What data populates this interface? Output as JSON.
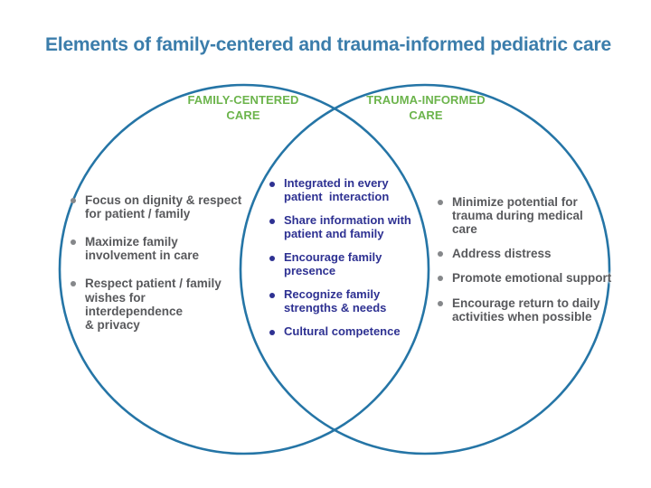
{
  "slide": {
    "title": "Elements of family-centered and trauma-informed pediatric care",
    "colors": {
      "title_blue": "#3b7dab",
      "header_green": "#6cb44c",
      "circle_stroke": "#2575a6",
      "side_text_gray": "#58595c",
      "side_bullet_gray": "#85878a",
      "center_navy": "#2e3192",
      "background": "#ffffff"
    },
    "venn": {
      "left": {
        "header": "FAMILY-CENTERED\nCARE",
        "items": [
          "Focus on dignity & respect\nfor patient / family",
          "Maximize family\ninvolvement in care",
          "Respect patient / family\nwishes for interdependence\n& privacy"
        ]
      },
      "center": {
        "items": [
          "Integrated in every\npatient  interaction",
          "Share information with\npatient and family",
          "Encourage family\npresence",
          "Recognize family\nstrengths & needs",
          "Cultural competence"
        ]
      },
      "right": {
        "header": "TRAUMA-INFORMED\nCARE",
        "items": [
          "Minimize potential for\ntrauma during medical\ncare",
          "Address distress",
          "Promote emotional support",
          "Encourage return to daily\nactivities when possible"
        ]
      }
    }
  }
}
